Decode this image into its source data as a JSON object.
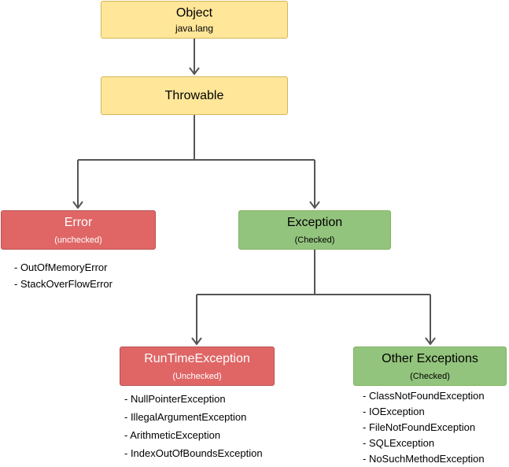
{
  "nodes": {
    "object": {
      "title": "Object",
      "subtitle": "java.lang"
    },
    "throwable": {
      "title": "Throwable"
    },
    "error": {
      "title": "Error",
      "subtitle": "(unchecked)"
    },
    "exception": {
      "title": "Exception",
      "subtitle": "(Checked)"
    },
    "runtime": {
      "title": "RunTimeException",
      "subtitle": "(Unchecked)"
    },
    "other": {
      "title": "Other Exceptions",
      "subtitle": "(Checked)"
    }
  },
  "lists": {
    "error": [
      "- OutOfMemoryError",
      "- StackOverFlowError"
    ],
    "runtime": [
      "- NullPointerException",
      "- IllegalArgumentException",
      "- ArithmeticException",
      "- IndexOutOfBoundsException"
    ],
    "other": [
      "- ClassNotFoundException",
      "- IOException",
      "- FileNotFoundException",
      "- SQLException",
      "- NoSuchMethodException"
    ]
  },
  "colors": {
    "yellow": "#ffe699",
    "red": "#e06666",
    "green": "#93c47d",
    "connector": "#555555"
  }
}
